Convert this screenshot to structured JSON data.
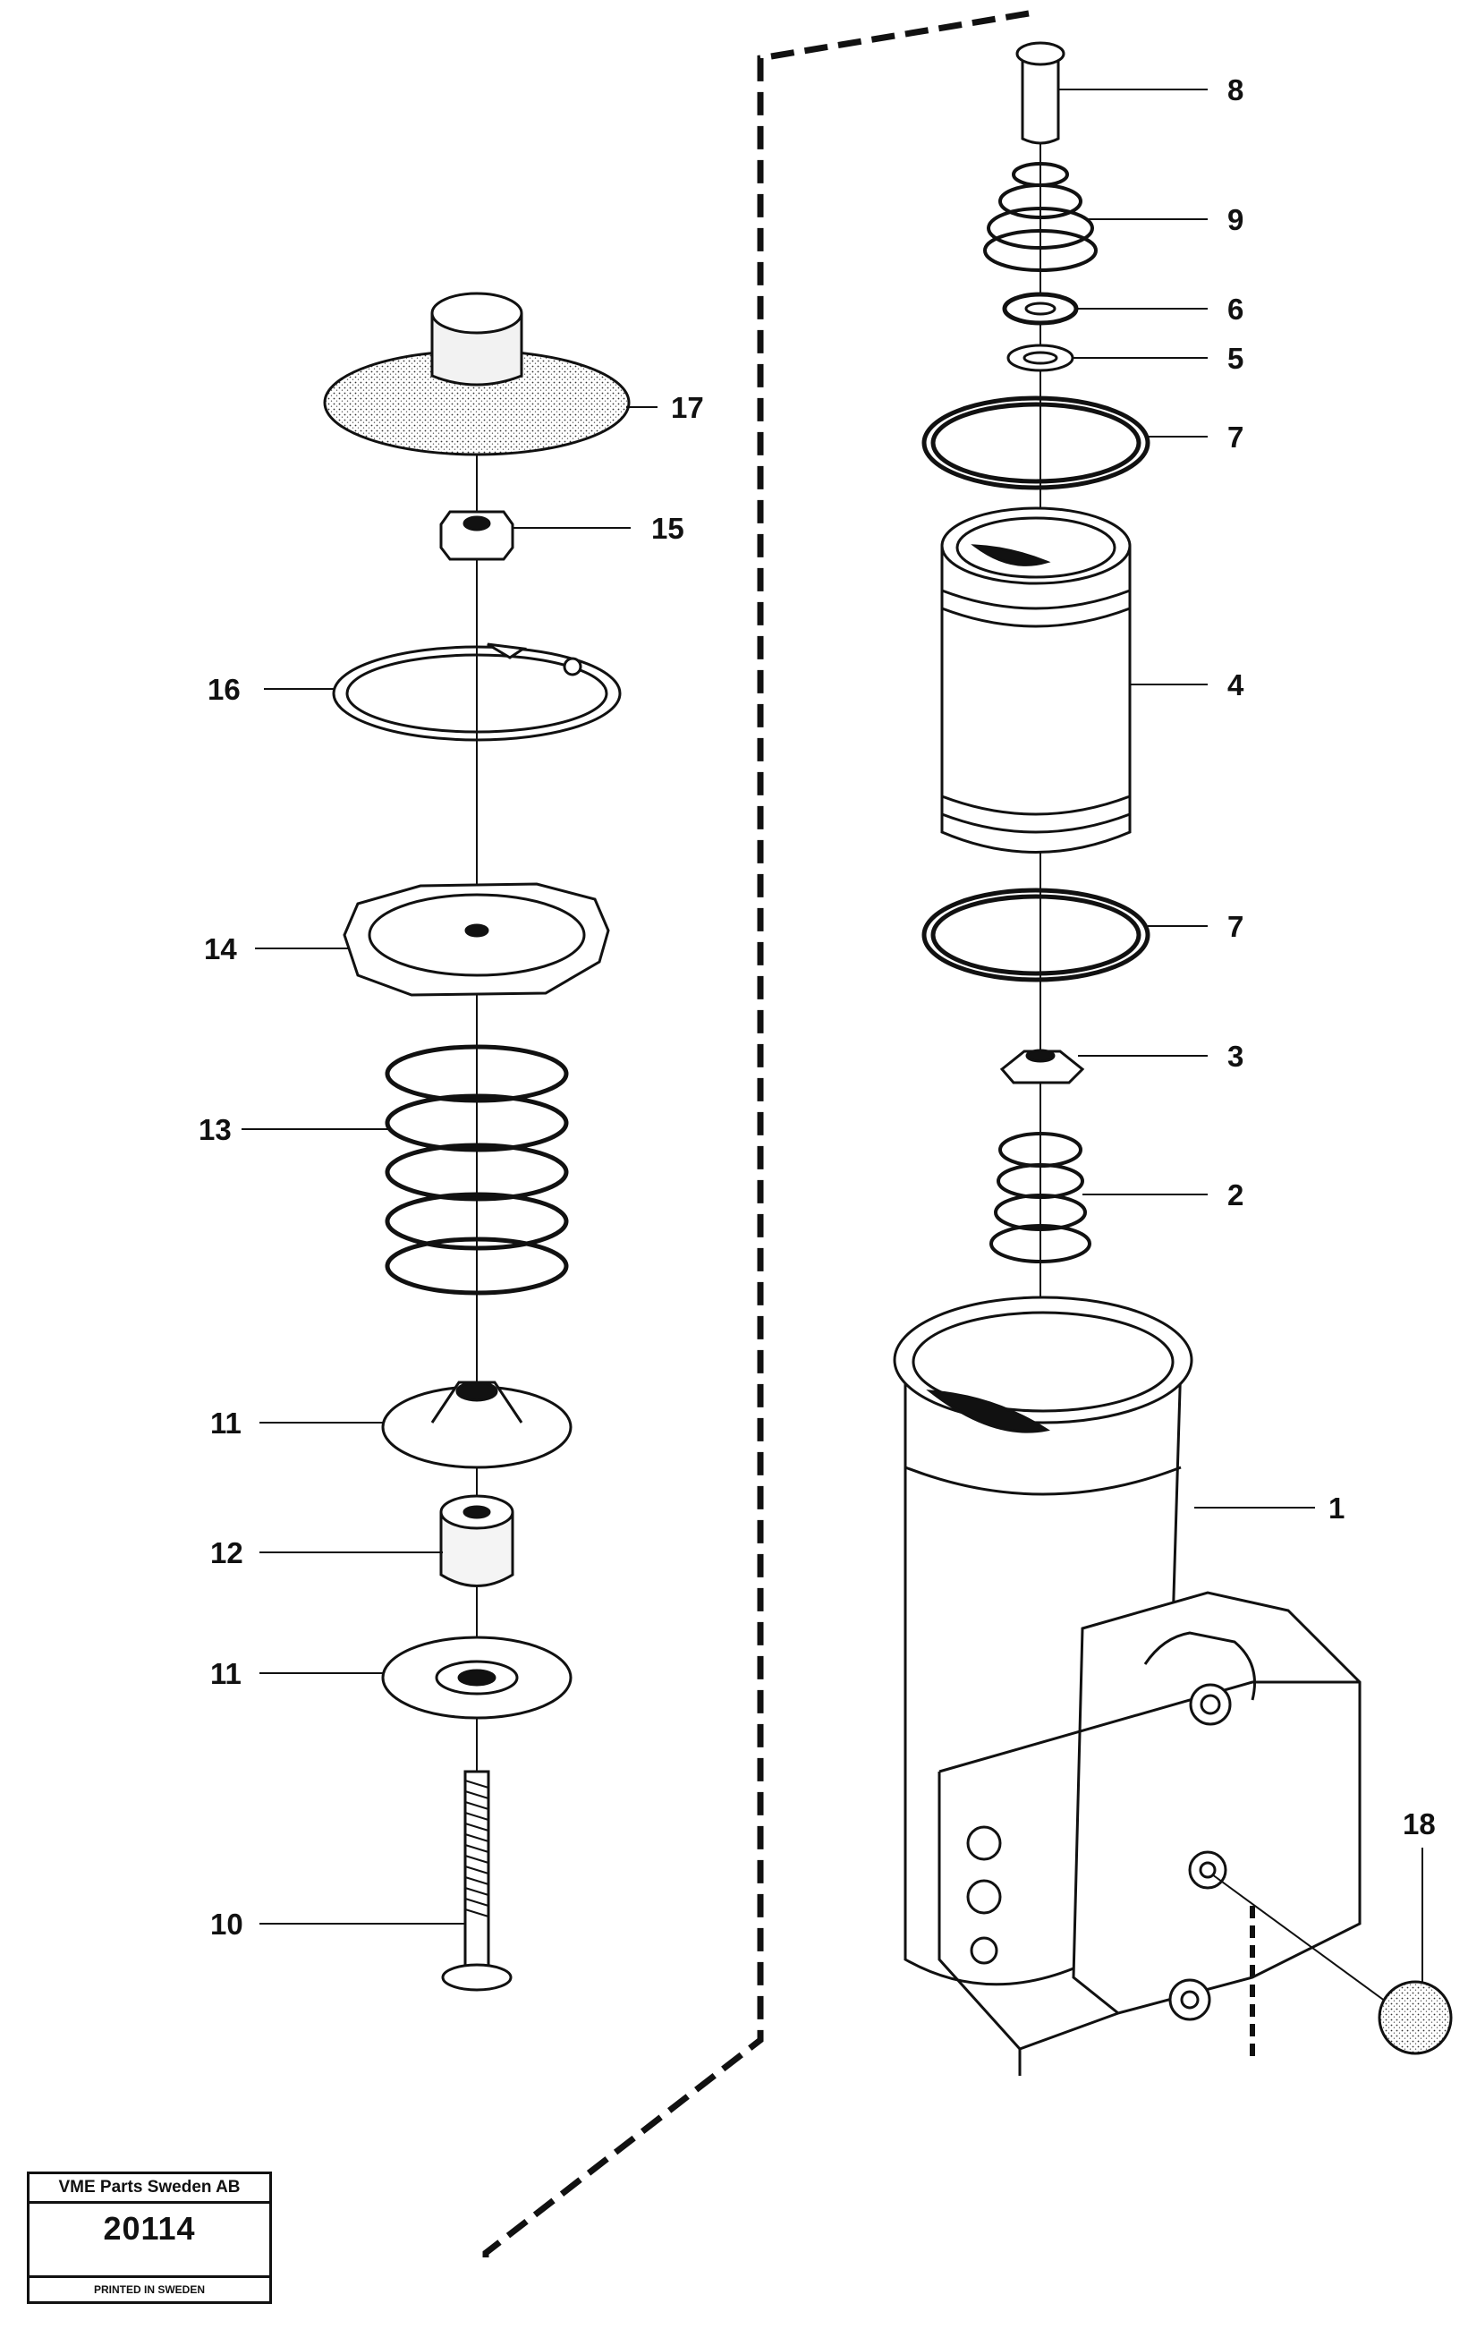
{
  "callouts": {
    "c1": "1",
    "c2": "2",
    "c3": "3",
    "c4": "4",
    "c5": "5",
    "c6": "6",
    "c7a": "7",
    "c7b": "7",
    "c8": "8",
    "c9": "9",
    "c10": "10",
    "c11a": "11",
    "c11b": "11",
    "c12": "12",
    "c13": "13",
    "c14": "14",
    "c15": "15",
    "c16": "16",
    "c17": "17",
    "c18": "18"
  },
  "stamp": {
    "company": "VME Parts Sweden AB",
    "number": "20114",
    "printed": "PRINTED IN SWEDEN"
  }
}
